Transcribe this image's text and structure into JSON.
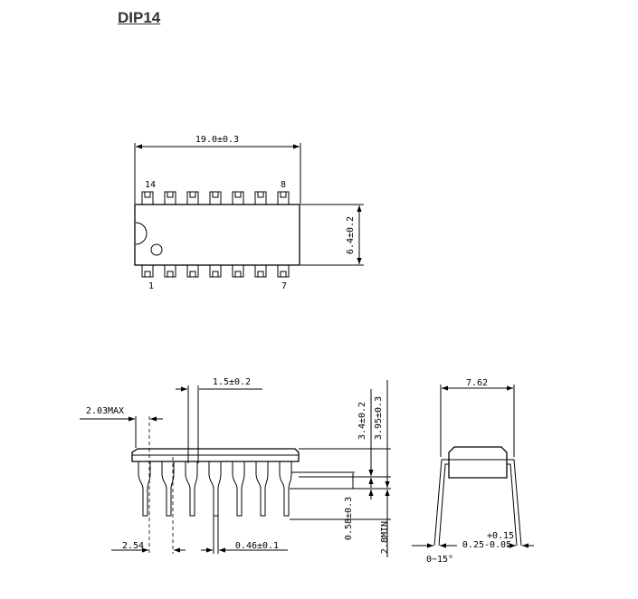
{
  "title": "DIP14",
  "top_view": {
    "length": "19.0±0.3",
    "width": "6.4±0.2",
    "pin_14": "14",
    "pin_8": "8",
    "pin_1": "1",
    "pin_7": "7"
  },
  "side_view": {
    "lead_shoulder": "1.5±0.2",
    "overhang": "2.03MAX",
    "body_height": "3.4±0.2",
    "seated_height": "3.95±0.3",
    "standoff": "0.58±0.3",
    "lead_length": "2.8MIN",
    "pitch": "2.54",
    "lead_width": "0.46±0.1"
  },
  "end_view": {
    "row_spacing": "7.62",
    "lead_thickness_plus": "+0.15",
    "lead_thickness": "0.25-0.05",
    "lead_angle": "0~15°"
  }
}
